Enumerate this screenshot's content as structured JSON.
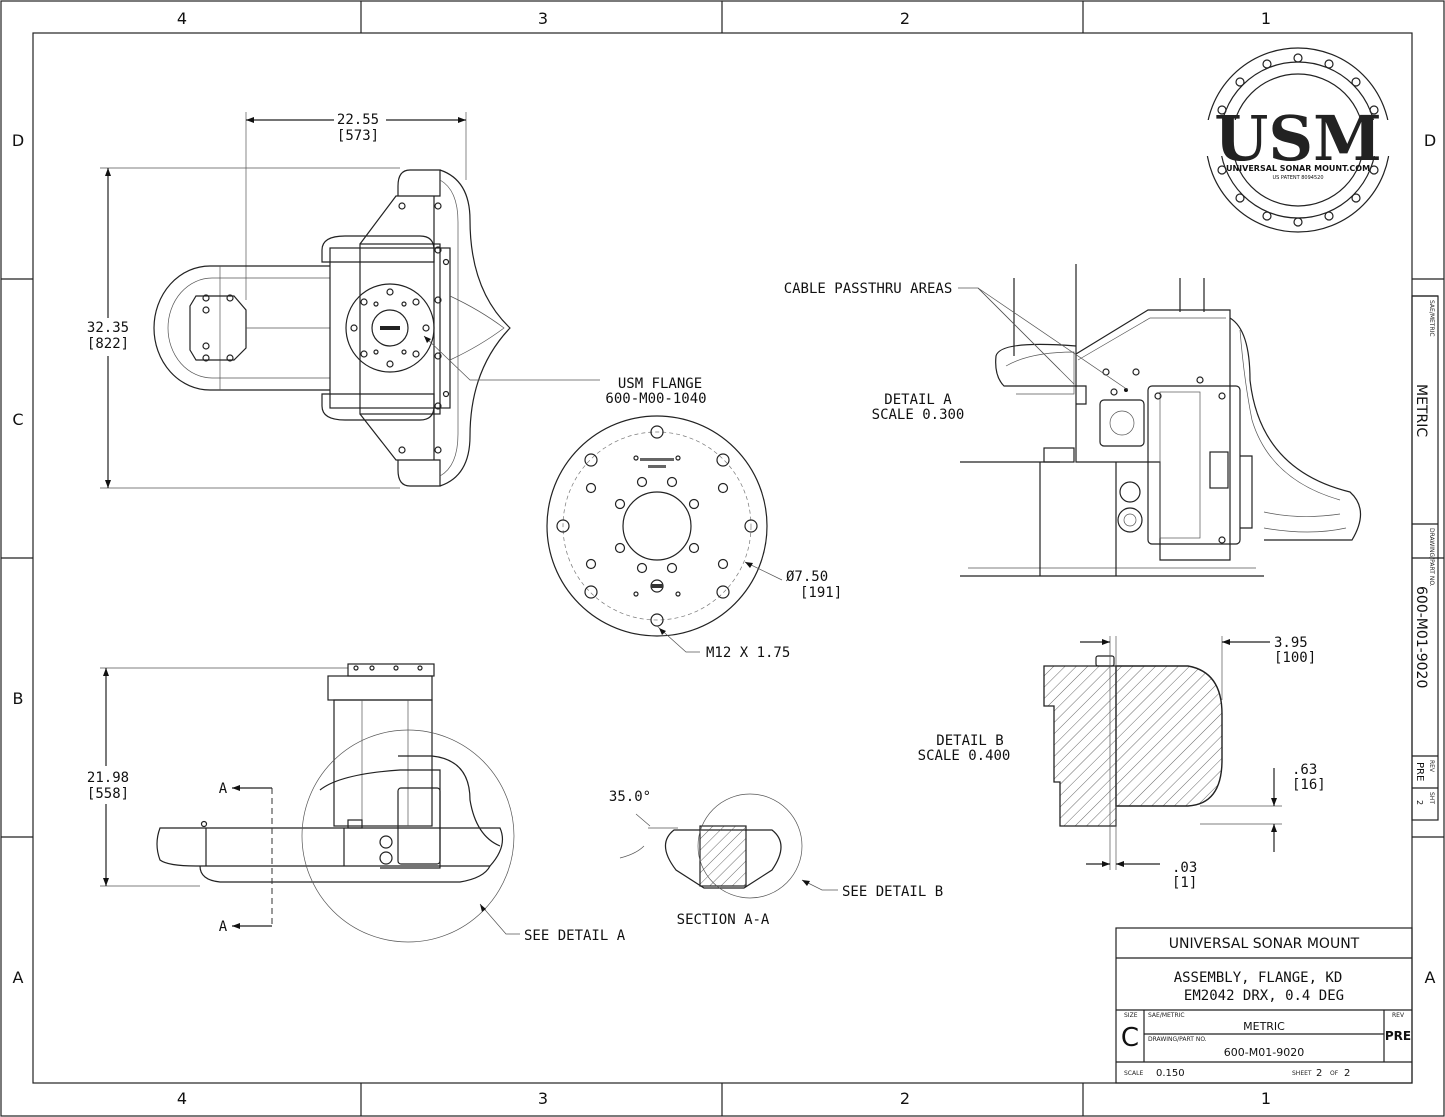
{
  "zones": {
    "columns": [
      "4",
      "3",
      "2",
      "1"
    ],
    "rows": [
      "D",
      "C",
      "B",
      "A"
    ]
  },
  "logo": {
    "text": "USM",
    "subtitle": "UNIVERSAL SONAR MOUNT.COM",
    "patent": "US PATENT 8094520"
  },
  "dimensions": {
    "top_width": "22.55",
    "top_width_mm": "[573]",
    "top_height": "32.35",
    "top_height_mm": "[822]",
    "side_height": "21.98",
    "side_height_mm": "[558]",
    "flange_dia": "Ø7.50",
    "flange_dia_mm": "[191]",
    "thread": "M12 X 1.75",
    "angle": "35.0°",
    "detail_b_width": "3.95",
    "detail_b_width_mm": "[100]",
    "detail_b_thk": ".63",
    "detail_b_thk_mm": "[16]",
    "detail_b_gap": ".03",
    "detail_b_gap_mm": "[1]"
  },
  "labels": {
    "usm_flange": "USM FLANGE",
    "usm_flange_pn": "600-M00-1040",
    "cable_passthru": "CABLE PASSTHRU AREAS",
    "detail_a": "DETAIL A",
    "detail_a_scale": "SCALE 0.300",
    "detail_b": "DETAIL B",
    "detail_b_scale": "SCALE 0.400",
    "see_detail_a": "SEE DETAIL A",
    "see_detail_b": "SEE DETAIL B",
    "section_aa": "SECTION A-A",
    "section_marker": "A"
  },
  "side_block": {
    "sae_metric_label": "SAE/METRIC",
    "metric": "METRIC",
    "drawing_part_label": "DRAWING/PART NO.",
    "part_no": "600-M01-9020",
    "rev_label": "REV",
    "rev": "PRE",
    "sht_label": "SHT",
    "sht": "2"
  },
  "title_block": {
    "company": "UNIVERSAL SONAR MOUNT",
    "title_line1": "ASSEMBLY, FLANGE, KD",
    "title_line2": "EM2042 DRX, 0.4 DEG",
    "size_label": "SIZE",
    "size": "C",
    "sae_metric_label": "SAE/METRIC",
    "metric": "METRIC",
    "rev_label": "REV",
    "rev": "PRE",
    "drawing_part_label": "DRAWING/PART NO.",
    "part_no": "600-M01-9020",
    "scale_label": "SCALE",
    "scale": "0.150",
    "sheet_label": "SHEET",
    "sheet": "2",
    "of_label": "OF",
    "sheet_total": "2"
  }
}
